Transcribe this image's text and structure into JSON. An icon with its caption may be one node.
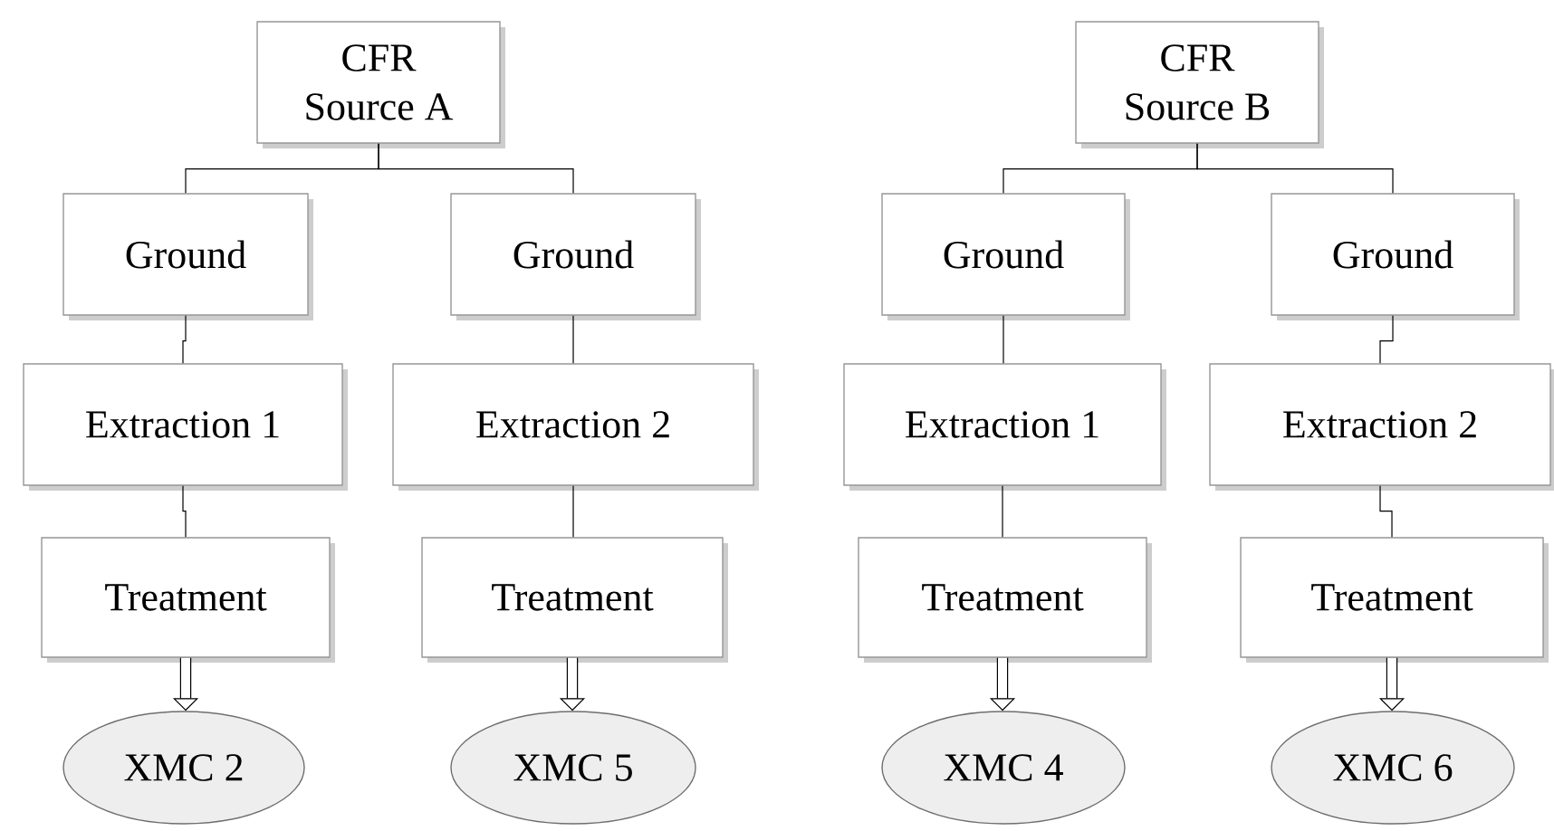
{
  "diagram": {
    "nodes": [
      {
        "text": [
          "CFR Source A"
        ]
      },
      {
        "text": [
          "Ground"
        ]
      },
      {
        "text": [
          "Ground"
        ]
      },
      {
        "text": [
          "Extraction 1"
        ]
      },
      {
        "text": [
          "Extraction 2"
        ]
      },
      {
        "text": [
          "Treatment"
        ]
      },
      {
        "text": [
          "Treatment"
        ]
      },
      {
        "text": [
          "XMC 2"
        ]
      },
      {
        "text": [
          "XMC 5"
        ]
      },
      {
        "text": [
          "CFR Source B"
        ]
      },
      {
        "text": [
          "Ground"
        ]
      },
      {
        "text": [
          "Ground"
        ]
      },
      {
        "text": [
          "Extraction 1"
        ]
      },
      {
        "text": [
          "Extraction 2"
        ]
      },
      {
        "text": [
          "Treatment"
        ]
      },
      {
        "text": [
          "Treatment"
        ]
      },
      {
        "text": [
          "XMC 4"
        ]
      },
      {
        "text": [
          "XMC 6"
        ]
      }
    ],
    "edges": [
      {
        "from": 0,
        "to": 1,
        "arrow": "none"
      },
      {
        "from": 0,
        "to": 2,
        "arrow": "none"
      },
      {
        "from": 1,
        "to": 3,
        "arrow": "none"
      },
      {
        "from": 2,
        "to": 4,
        "arrow": "none"
      },
      {
        "from": 3,
        "to": 5,
        "arrow": "none"
      },
      {
        "from": 4,
        "to": 6,
        "arrow": "none"
      },
      {
        "from": 5,
        "to": 7,
        "arrow": "to",
        "style": "thick"
      },
      {
        "from": 6,
        "to": 8,
        "arrow": "to",
        "style": "thick"
      },
      {
        "from": 9,
        "to": 10,
        "arrow": "none"
      },
      {
        "from": 9,
        "to": 11,
        "arrow": "none"
      },
      {
        "from": 10,
        "to": 12,
        "arrow": "none"
      },
      {
        "from": 11,
        "to": 13,
        "arrow": "none"
      },
      {
        "from": 12,
        "to": 14,
        "arrow": "none"
      },
      {
        "from": 13,
        "to": 15,
        "arrow": "none"
      },
      {
        "from": 14,
        "to": 16,
        "arrow": "to",
        "style": "thick"
      },
      {
        "from": 15,
        "to": 17,
        "arrow": "to",
        "style": "thick"
      }
    ]
  }
}
